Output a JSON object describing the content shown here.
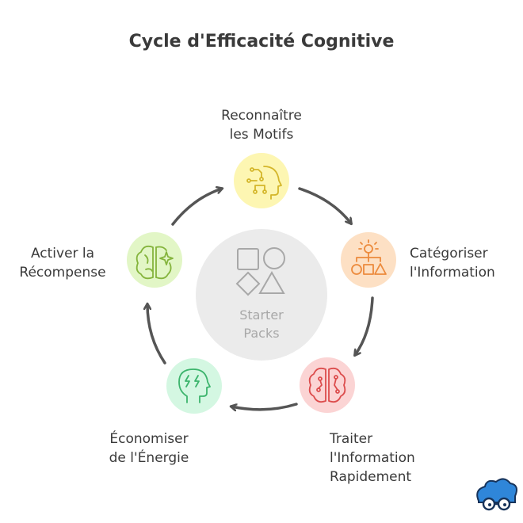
{
  "title": "Cycle d'Efficacité Cognitive",
  "center": {
    "label": "Starter\nPacks",
    "icon": "shapes-icon",
    "color": "#ebebeb"
  },
  "steps": [
    {
      "label": "Reconnaître\nles Motifs",
      "icon": "head-pattern-icon",
      "fill": "#fdf6b2",
      "stroke": "#d4b62a"
    },
    {
      "label": "Catégoriser\nl'Information",
      "icon": "hierarchy-shapes-icon",
      "fill": "#fde0c4",
      "stroke": "#ec8a3c"
    },
    {
      "label": "Traiter\nl'Information\nRapidement",
      "icon": "brain-circuit-icon",
      "fill": "#fbd4d4",
      "stroke": "#dc4c4c"
    },
    {
      "label": "Économiser\nde l'Énergie",
      "icon": "head-energy-icon",
      "fill": "#d4f7e2",
      "stroke": "#3cb46c"
    },
    {
      "label": "Activer la\nRécompense",
      "icon": "brain-sparkle-icon",
      "fill": "#e2f6c6",
      "stroke": "#84b43c"
    }
  ],
  "logo": "brain-glasses-logo-icon"
}
